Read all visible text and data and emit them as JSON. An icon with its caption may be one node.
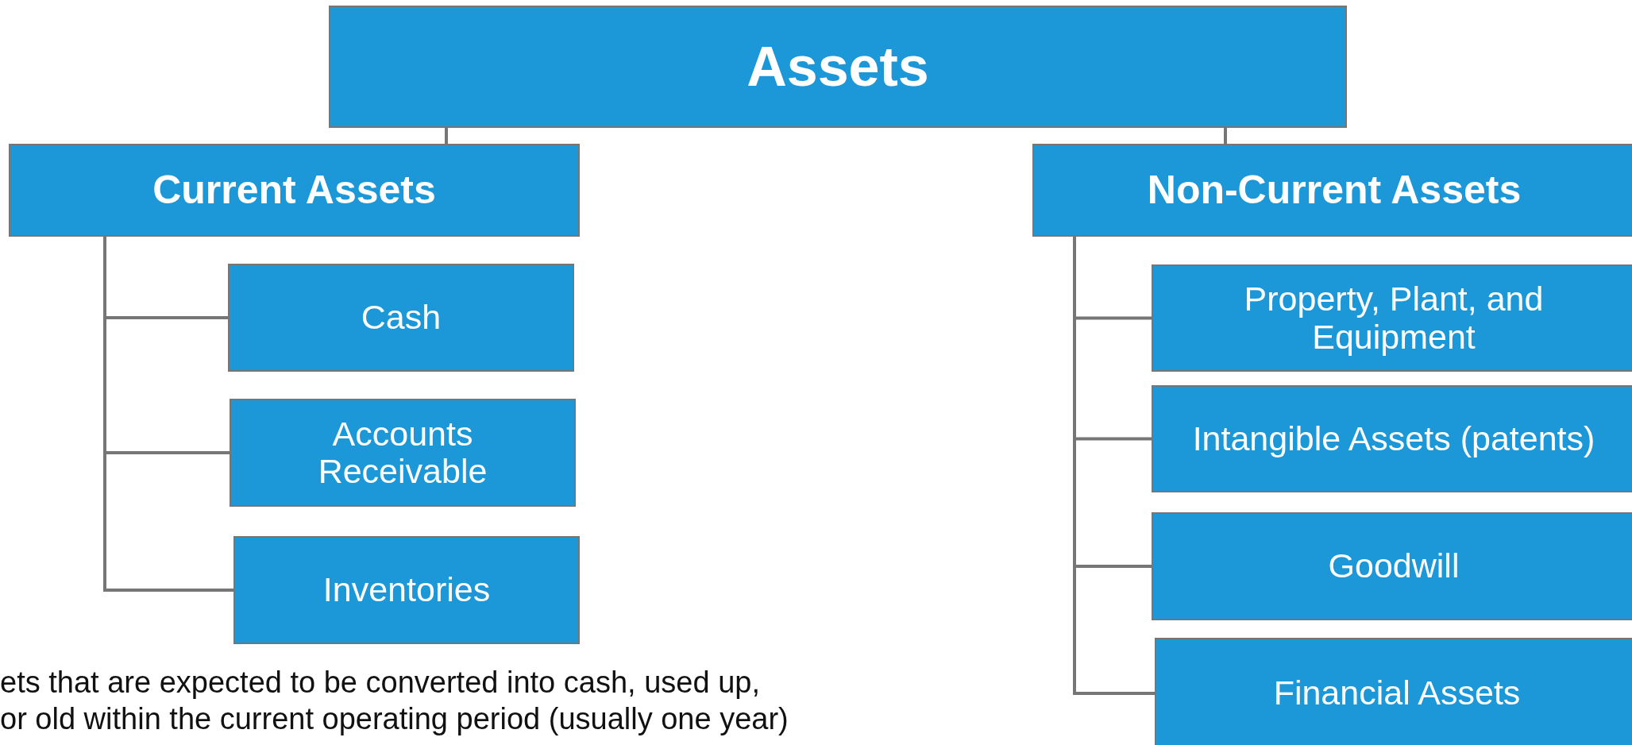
{
  "diagram": {
    "nodes": [
      {
        "text": [
          "Assets"
        ]
      },
      {
        "text": [
          "Current Assets"
        ]
      },
      {
        "text": [
          "Non-Current Assets"
        ]
      },
      {
        "text": [
          "Cash"
        ]
      },
      {
        "text": [
          "Accounts Receivable"
        ]
      },
      {
        "text": [
          "Inventories"
        ]
      },
      {
        "text": [
          "Property, Plant, and Equipment"
        ]
      },
      {
        "text": [
          "Intangible Assets (patents)"
        ]
      },
      {
        "text": [
          "Goodwill"
        ]
      },
      {
        "text": [
          "Financial Assets"
        ]
      }
    ],
    "edges": [
      {
        "from": 0,
        "to": 1,
        "arrow": "none"
      },
      {
        "from": 0,
        "to": 2,
        "arrow": "none"
      },
      {
        "from": 1,
        "to": 3,
        "arrow": "none"
      },
      {
        "from": 1,
        "to": 4,
        "arrow": "none"
      },
      {
        "from": 1,
        "to": 5,
        "arrow": "none"
      },
      {
        "from": 2,
        "to": 6,
        "arrow": "none"
      },
      {
        "from": 2,
        "to": 7,
        "arrow": "none"
      },
      {
        "from": 2,
        "to": 8,
        "arrow": "none"
      },
      {
        "from": 2,
        "to": 9,
        "arrow": "none"
      }
    ],
    "labels": [
      "ets that are expected to be converted into cash, used up, or old within the current operating period (usually one year)"
    ]
  }
}
